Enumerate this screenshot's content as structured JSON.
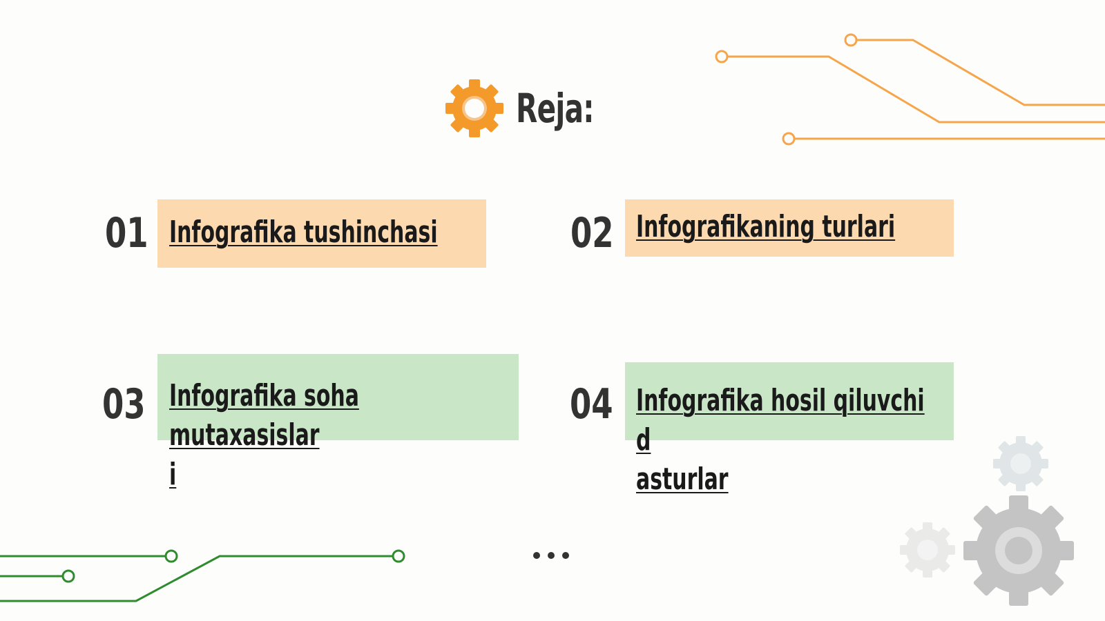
{
  "slide": {
    "title": "Reja:",
    "items": [
      {
        "number": "01",
        "label": "Infografika tushinchasi"
      },
      {
        "number": "02",
        "label": "Infografikaning turlari"
      },
      {
        "number": "03",
        "label": "Infografika soha mutaxasislar\ni"
      },
      {
        "number": "04",
        "label": "Infografika hosil qiluvchi d\nasturlar"
      }
    ]
  },
  "icons": {
    "title_icon": "gear-icon",
    "decor_icons": [
      "gear-icon",
      "gear-icon",
      "gear-icon"
    ],
    "more": "ellipsis-icon"
  },
  "colors": {
    "accent_orange": "#f39a2b",
    "box_orange": "#fdd9b0",
    "box_green": "#c9e6c6",
    "circuit_green": "#2e8b2e",
    "gear_grey": "#c7c7c7",
    "text_dark": "#333333"
  }
}
